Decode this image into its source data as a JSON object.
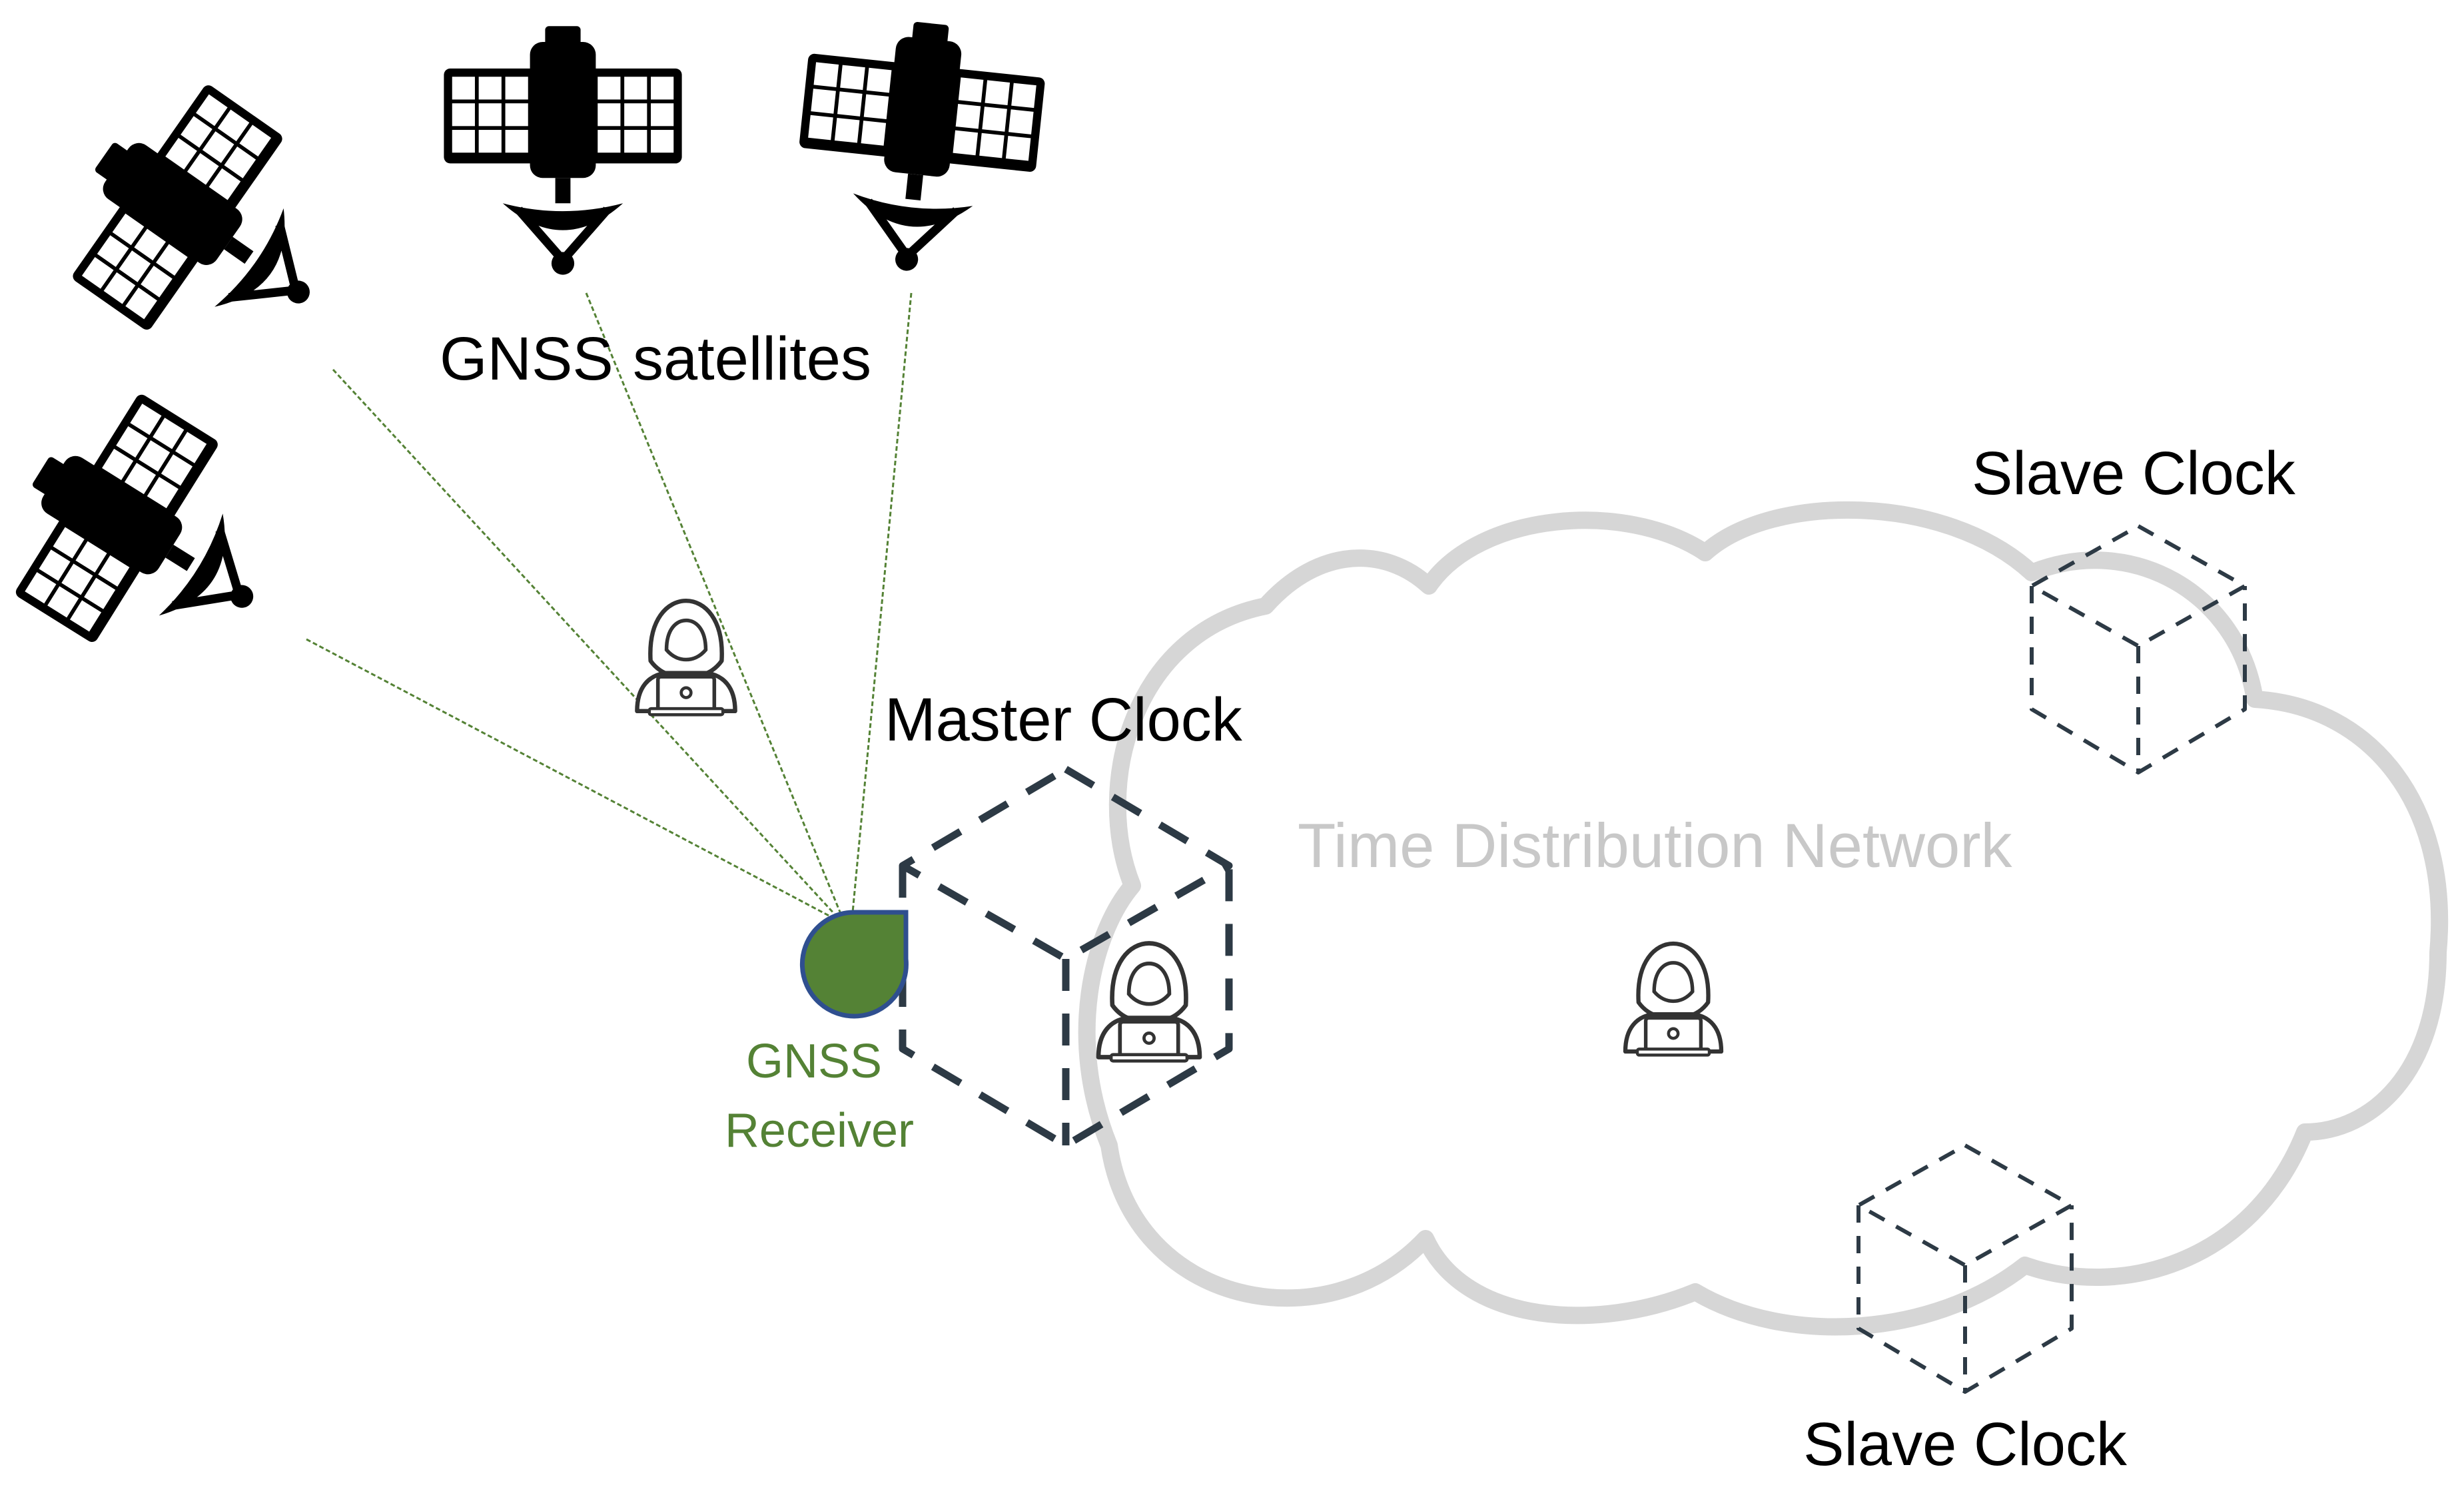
{
  "diagram": {
    "satellites_label": {
      "word1": "GNSS",
      "word2": "satellites"
    },
    "master_clock_label": "Master Clock",
    "receiver_label": {
      "line1": "GNSS",
      "line2": "Receiver"
    },
    "network_label": "Time Distribution Network",
    "slave_clock_top_label": "Slave Clock",
    "slave_clock_bottom_label": "Slave Clock",
    "colors": {
      "signal_line": "#548235",
      "receiver_fill": "#548235",
      "receiver_stroke": "#2f4f8f",
      "cloud_stroke": "#d6d6d6",
      "network_text": "#c8c8c8",
      "clock_stroke": "#2d3a45",
      "icon": "#000000",
      "attacker_icon": "#333333"
    },
    "icons": {
      "satellite": "satellite-icon",
      "attacker": "hooded-hacker-laptop-icon",
      "clock_box": "dashed-cube-icon",
      "receiver": "drop-shaped-antenna-icon"
    }
  }
}
